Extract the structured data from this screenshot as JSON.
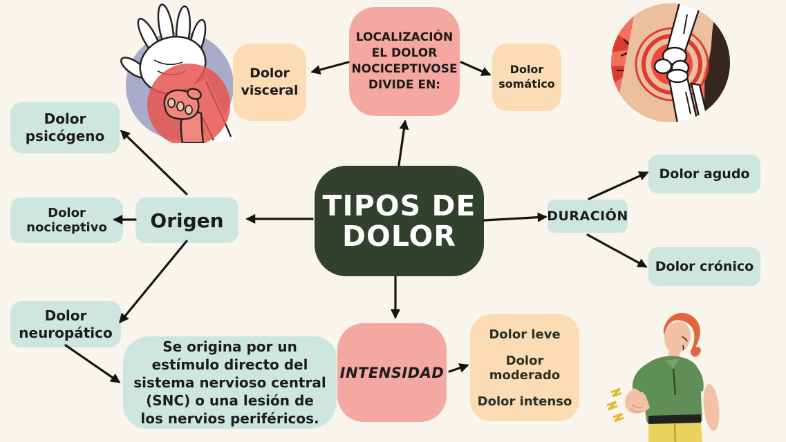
{
  "palette": {
    "background": "#faf5ec",
    "mint": "#cde7e0",
    "peach": "#fbdcb5",
    "pink": "#f5a7a2",
    "dark_green": "#32402e",
    "arrow": "#141414",
    "text": "#1c1c1c",
    "center_text": "#ffffff"
  },
  "center": {
    "title": "TIPOS DE DOLOR"
  },
  "localizacion": {
    "lines": [
      "LOCALIZACIÓN",
      "EL DOLOR",
      "NOCICEPTIVOSE",
      "DIVIDE EN:"
    ],
    "children": {
      "visceral": "Dolor visceral",
      "somatico": "Dolor somático"
    }
  },
  "origen": {
    "label": "Origen",
    "children": {
      "psicogeno": "Dolor psicógeno",
      "nociceptivo": "Dolor nociceptivo",
      "neuropatico": "Dolor neuropático"
    },
    "note": "Se origina por un estímulo directo del sistema nervioso central (SNC) o una lesión de los nervios periféricos."
  },
  "duracion": {
    "label": "DURACIÓN",
    "children": {
      "agudo": "Dolor agudo",
      "cronico": "Dolor crónico"
    }
  },
  "intensidad": {
    "label": "INTENSIDAD",
    "children": [
      "Dolor leve",
      "Dolor moderado",
      "Dolor intenso"
    ]
  },
  "illustrations": {
    "top_left": "wrist-pain-illustration",
    "top_right": "knee-joint-pain-illustration",
    "bottom_right": "back-pain-person-illustration"
  }
}
